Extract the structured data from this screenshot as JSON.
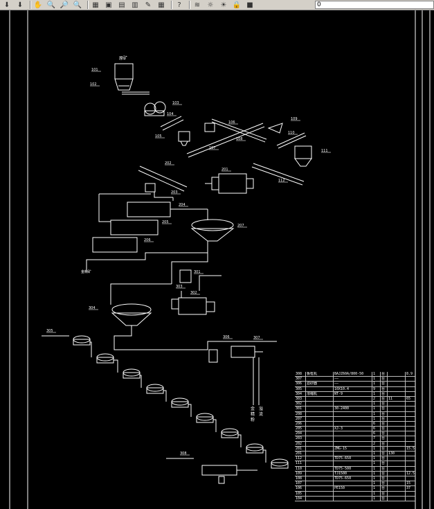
{
  "toolbar": {
    "items": [
      {
        "icon": "down-arrow-icon"
      },
      {
        "icon": "down-arrow-icon"
      },
      {
        "sep": true
      },
      {
        "icon": "pan-hand-icon"
      },
      {
        "icon": "zoom-realtime-icon"
      },
      {
        "icon": "zoom-window-icon"
      },
      {
        "icon": "zoom-previous-icon"
      },
      {
        "sep": true
      },
      {
        "icon": "properties-icon"
      },
      {
        "icon": "design-center-icon"
      },
      {
        "icon": "tool-palette-icon"
      },
      {
        "icon": "sheet-set-icon"
      },
      {
        "icon": "markup-icon"
      },
      {
        "icon": "calculator-icon"
      },
      {
        "sep": true
      },
      {
        "icon": "help-icon"
      },
      {
        "sep": true
      },
      {
        "icon": "layer-manager-icon"
      },
      {
        "icon": "lightbulb-icon"
      },
      {
        "icon": "sun-icon"
      },
      {
        "icon": "lock-icon"
      },
      {
        "icon": "color-square-icon"
      }
    ],
    "layer_value": "0"
  },
  "drawing": {
    "labels": {
      "raw_ore": "原矿",
      "concentrate": "金精矿",
      "tail1": "金",
      "tail2": "精",
      "tail3": "粉",
      "tail4": "溢",
      "tail5": "流"
    },
    "tags": [
      {
        "id": "t101",
        "text": "101"
      },
      {
        "id": "t102",
        "text": "102"
      },
      {
        "id": "t103",
        "text": "103"
      },
      {
        "id": "t104",
        "text": "104"
      },
      {
        "id": "t105",
        "text": "105"
      },
      {
        "id": "t106",
        "text": "106"
      },
      {
        "id": "t107",
        "text": "107"
      },
      {
        "id": "t108",
        "text": "108"
      },
      {
        "id": "t109",
        "text": "109"
      },
      {
        "id": "t110",
        "text": "110"
      },
      {
        "id": "t111",
        "text": "111"
      },
      {
        "id": "t112",
        "text": "112"
      },
      {
        "id": "t201",
        "text": "201"
      },
      {
        "id": "t202",
        "text": "202"
      },
      {
        "id": "t203",
        "text": "203"
      },
      {
        "id": "t204",
        "text": "204"
      },
      {
        "id": "t205",
        "text": "205"
      },
      {
        "id": "t206",
        "text": "206"
      },
      {
        "id": "t207",
        "text": "207"
      },
      {
        "id": "t301",
        "text": "301"
      },
      {
        "id": "t302",
        "text": "302"
      },
      {
        "id": "t303",
        "text": "303"
      },
      {
        "id": "t304",
        "text": "304"
      },
      {
        "id": "t305",
        "text": "305"
      },
      {
        "id": "t306",
        "text": "306"
      },
      {
        "id": "t307",
        "text": "307"
      },
      {
        "id": "t308",
        "text": "308"
      }
    ]
  },
  "equipment_table": {
    "rows": [
      [
        "308",
        "板框机",
        "BAJZ60A/800-50",
        "1",
        "台",
        "",
        "8.9"
      ],
      [
        "307",
        "",
        "——",
        "1",
        "台",
        "",
        ""
      ],
      [
        "306",
        "滤砂器",
        "——",
        "1",
        "台",
        "",
        ""
      ],
      [
        "305",
        "",
        "10X10.4",
        "9",
        "台",
        "",
        ""
      ],
      [
        "304",
        "浓缩机",
        "NT-9",
        "1",
        "台",
        "",
        ""
      ],
      [
        "303",
        "",
        "",
        "2",
        "台",
        "11",
        "65"
      ],
      [
        "302",
        "",
        "",
        "1",
        "台",
        "",
        ""
      ],
      [
        "301",
        "",
        "30-2400",
        "1",
        "台",
        "",
        ""
      ],
      [
        "208",
        "",
        "",
        "1",
        "台",
        "",
        ""
      ],
      [
        "207",
        "",
        "",
        "1",
        "台",
        "",
        ""
      ],
      [
        "206",
        "",
        "",
        "6",
        "台",
        "",
        ""
      ],
      [
        "205",
        "",
        "XJ-3",
        "6",
        "台",
        "",
        ""
      ],
      [
        "204",
        "",
        "",
        "6",
        "台",
        "",
        ""
      ],
      [
        "203",
        "",
        "",
        "7",
        "台",
        "",
        ""
      ],
      [
        "202",
        "",
        "",
        "2",
        "台",
        "",
        ""
      ],
      [
        "201",
        "",
        "ZMG-15",
        "1",
        "台",
        "",
        "15.5"
      ],
      [
        "201",
        "",
        "",
        "1",
        "台",
        "130",
        ""
      ],
      [
        "112",
        "",
        "TD75-650",
        "1",
        "台",
        "",
        ""
      ],
      [
        "111",
        "",
        "",
        "1",
        "台",
        "",
        ""
      ],
      [
        "110",
        "",
        "TD75-500",
        "1",
        "台",
        "",
        ""
      ],
      [
        "109",
        "",
        "TJ1500",
        "1",
        "台",
        "",
        "12.5"
      ],
      [
        "108",
        "",
        "TD75-650",
        "1",
        "台",
        "",
        ""
      ],
      [
        "107",
        "",
        "",
        "1",
        "台",
        "",
        "15"
      ],
      [
        "106",
        "",
        "PE150",
        "1",
        "台",
        "",
        "37"
      ],
      [
        "105",
        "",
        "",
        "1",
        "台",
        "",
        ""
      ],
      [
        "104",
        "",
        "",
        "1",
        "台",
        "",
        ""
      ]
    ]
  }
}
